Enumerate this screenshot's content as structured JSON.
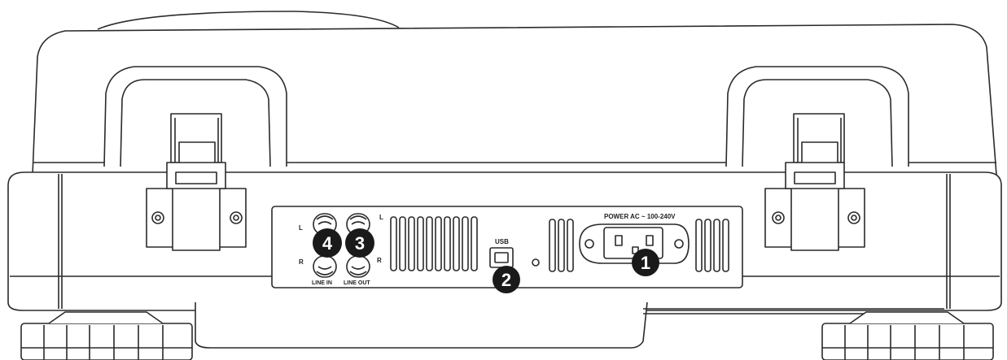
{
  "panel": {
    "power_label": "POWER AC ~ 100-240V",
    "usb_label": "USB",
    "line_in_label": "LINE IN",
    "line_out_label": "LINE OUT",
    "left_mark": "L",
    "right_mark": "R"
  },
  "callouts": {
    "power": "1",
    "usb": "2",
    "line_out": "3",
    "line_in": "4"
  },
  "colors": {
    "outline": "#2a2a2a",
    "badge": "#1a1a1a",
    "fill": "#ffffff"
  }
}
